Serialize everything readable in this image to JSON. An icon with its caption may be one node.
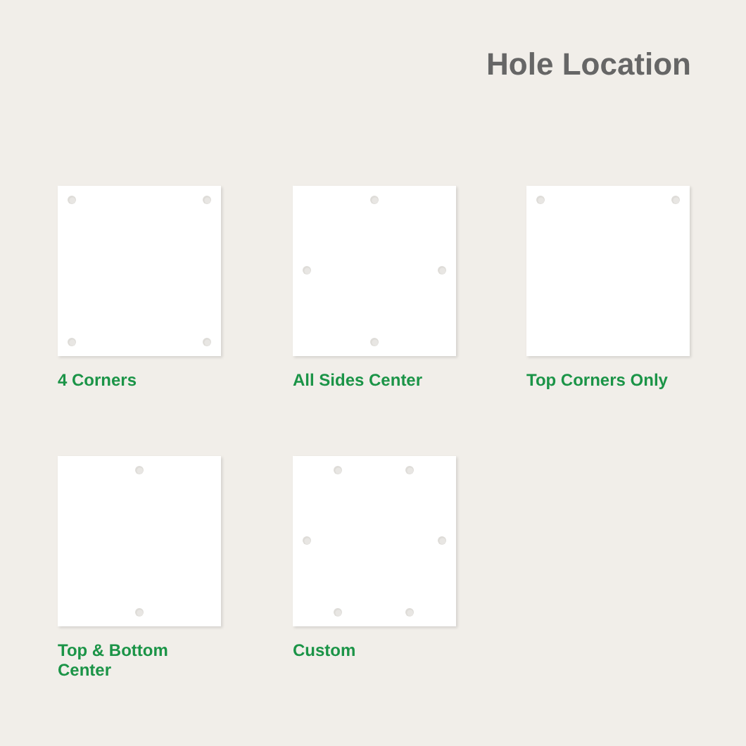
{
  "diagram": {
    "title": "Hole Location",
    "nodes": [
      {
        "text": [],
        "shape": "box",
        "beside": [
          "4 Corners"
        ]
      },
      {
        "text": [],
        "shape": "box",
        "beside": [
          "All Sides Center"
        ]
      },
      {
        "text": [],
        "shape": "box",
        "beside": [
          "Top Corners Only"
        ]
      },
      {
        "text": [],
        "shape": "box",
        "beside": [
          "Top & Bottom Center"
        ]
      },
      {
        "text": [],
        "shape": "box",
        "beside": [
          "Custom"
        ]
      }
    ]
  }
}
